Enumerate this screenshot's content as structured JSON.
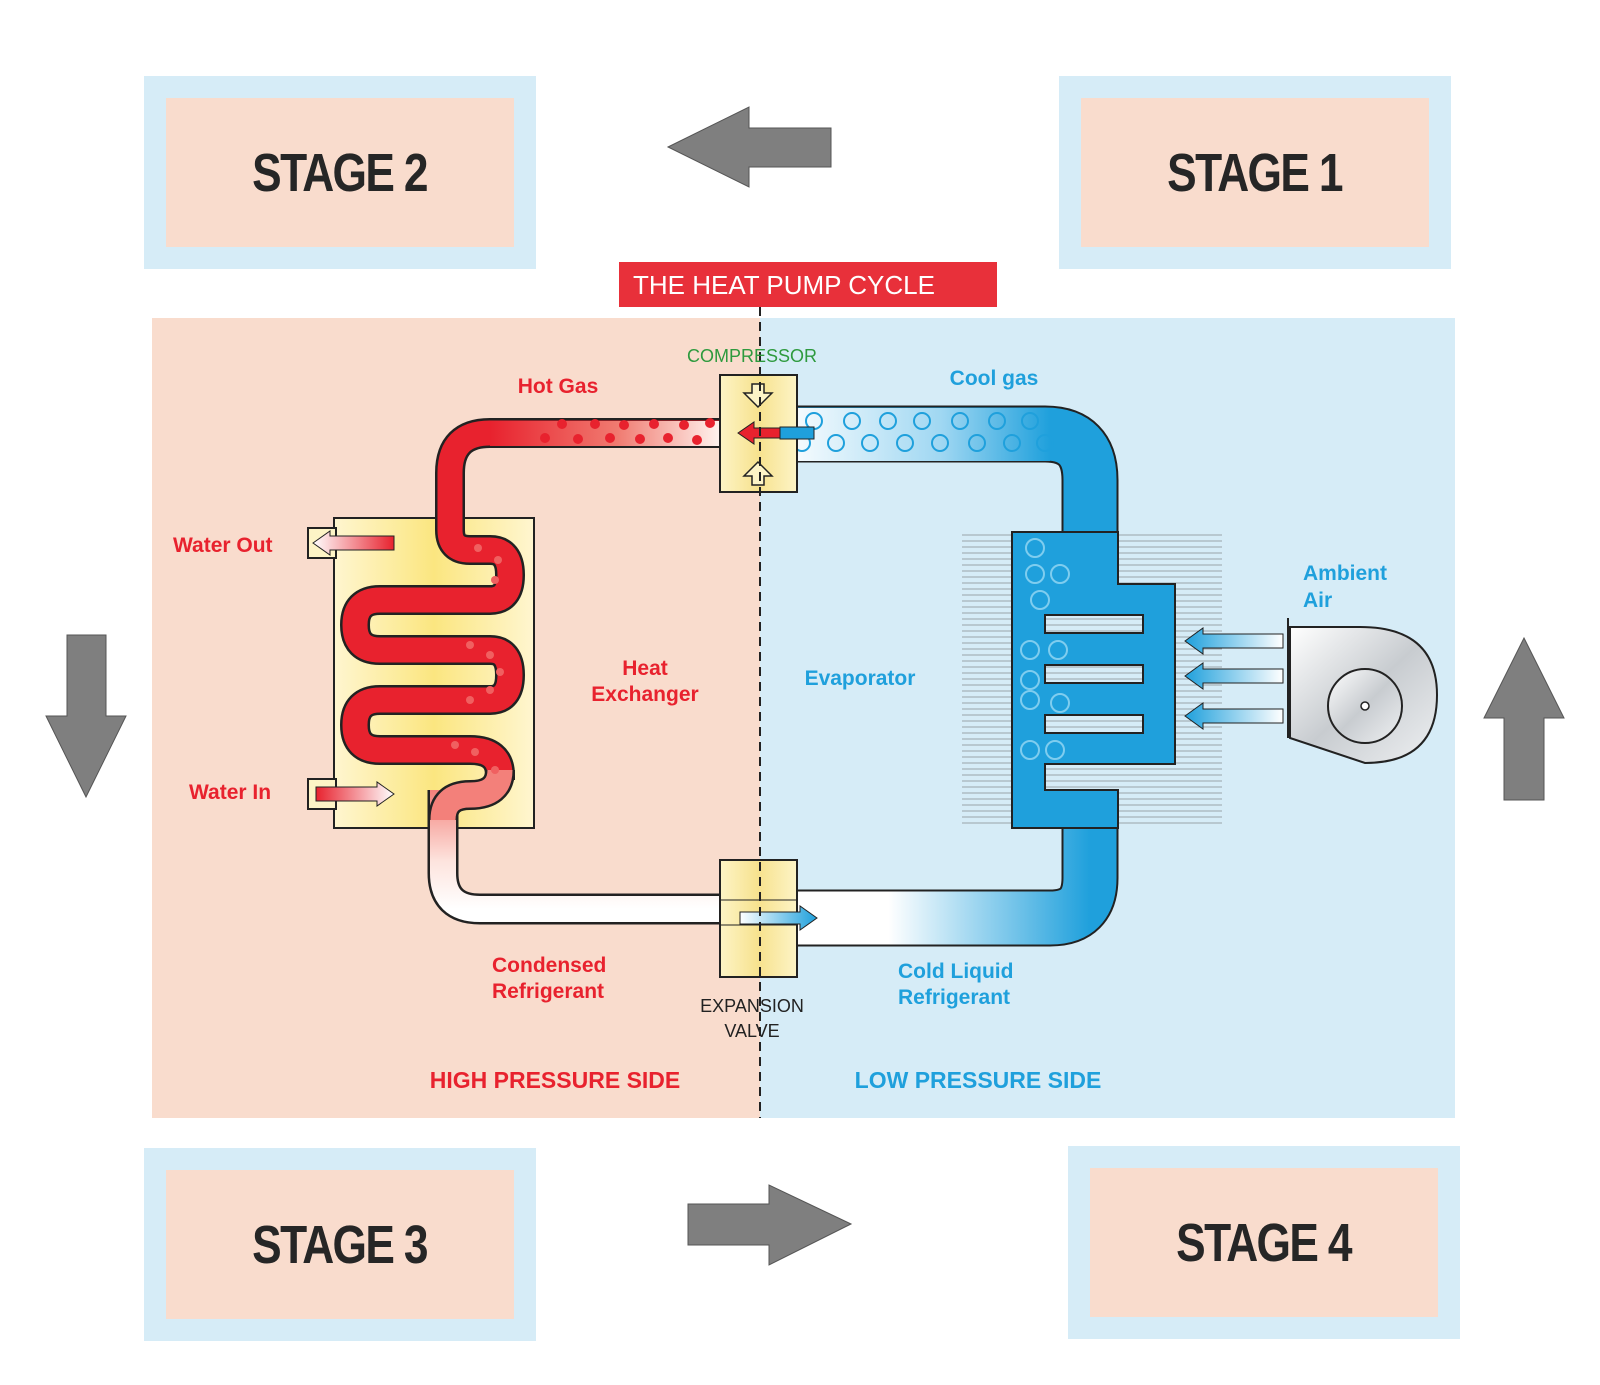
{
  "stages": {
    "stage1": "STAGE 1",
    "stage2": "STAGE 2",
    "stage3": "STAGE 3",
    "stage4": "STAGE 4"
  },
  "title": "THE HEAT PUMP CYCLE",
  "labels": {
    "compressor": "COMPRESSOR",
    "hot_gas": "Hot Gas",
    "cool_gas": "Cool gas",
    "water_out": "Water Out",
    "water_in": "Water In",
    "heat_exchanger_line1": "Heat",
    "heat_exchanger_line2": "Exchanger",
    "evaporator": "Evaporator",
    "ambient_air_line1": "Ambient",
    "ambient_air_line2": "Air",
    "condensed_line1": "Condensed",
    "condensed_line2": "Refrigerant",
    "cold_liquid_line1": "Cold Liquid",
    "cold_liquid_line2": "Refrigerant",
    "expansion_line1": "EXPANSION",
    "expansion_line2": "VALVE",
    "high_pressure": "HIGH PRESSURE SIDE",
    "low_pressure": "LOW PRESSURE SIDE"
  },
  "colors": {
    "hot": "#e8222e",
    "cold": "#1fa0dc",
    "high_side_bg": "#f9dccd",
    "low_side_bg": "#d6ecf7",
    "title_bg": "#e8303a",
    "arrow_gray": "#808080",
    "compressor_text": "#2e9a3e"
  }
}
